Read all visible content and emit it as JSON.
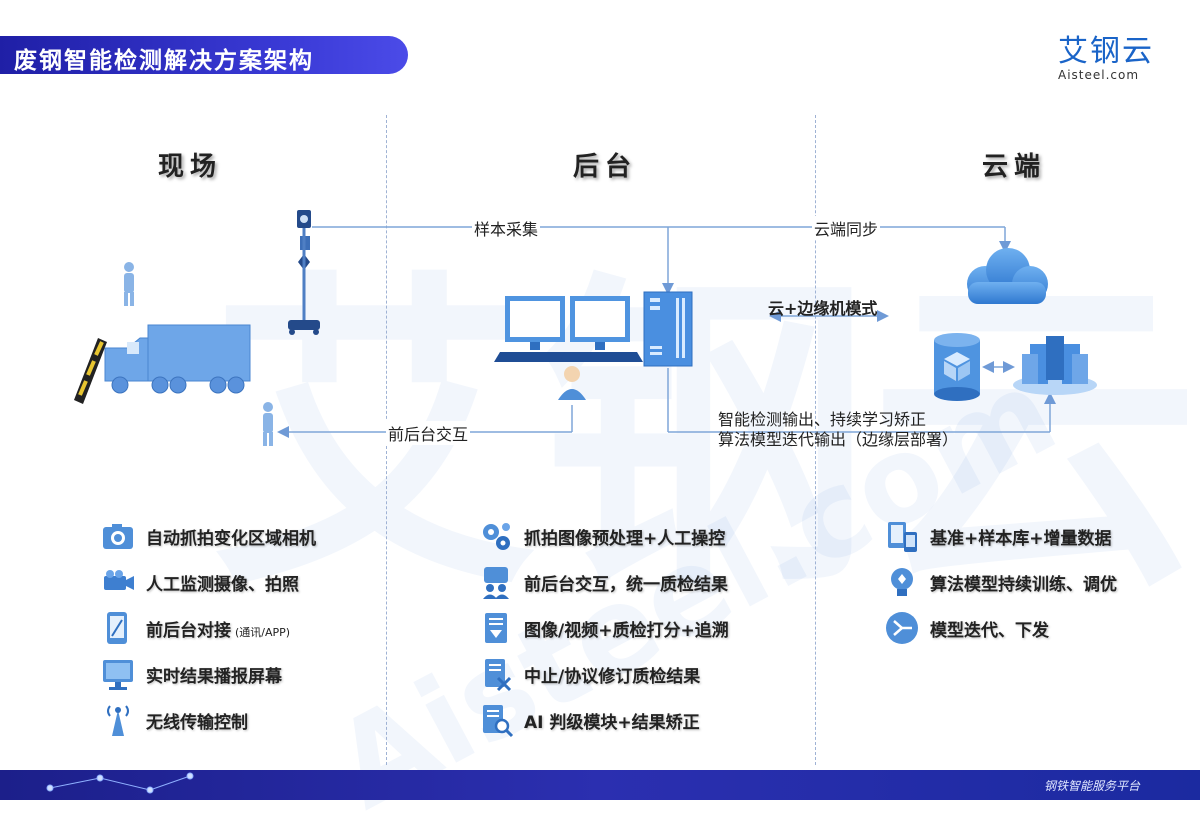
{
  "header": {
    "title": "废钢智能检测解决方案架构"
  },
  "logo": {
    "cn": "艾钢云",
    "en": "Aisteel.com"
  },
  "columns": {
    "site": "现场",
    "backend": "后台",
    "cloud": "云端"
  },
  "flows": {
    "sample": "样本采集",
    "cloud_sync": "云端同步",
    "cloud_edge": "云+边缘机模式",
    "interaction": "前后台交互",
    "output_line1": "智能检测输出、持续学习矫正",
    "output_line2": "算法模型迭代输出（边缘层部署）"
  },
  "site_features": [
    {
      "label": "自动抓拍变化区域相机",
      "icon": "camera-icon"
    },
    {
      "label": "人工监测摄像、拍照",
      "icon": "video-camera-icon"
    },
    {
      "label": "前后台对接",
      "note": "(通讯/APP)",
      "icon": "tablet-icon"
    },
    {
      "label": "实时结果播报屏幕",
      "icon": "monitor-icon"
    },
    {
      "label": "无线传输控制",
      "icon": "antenna-icon"
    }
  ],
  "backend_features": [
    {
      "label": "抓拍图像预处理+人工操控",
      "icon": "gears-icon"
    },
    {
      "label": "前后台交互，统一质检结果",
      "icon": "users-icon"
    },
    {
      "label": "图像/视频+质检打分+追溯",
      "icon": "document-download-icon"
    },
    {
      "label": "中止/协议修订质检结果",
      "icon": "document-cancel-icon"
    },
    {
      "label": "AI 判级模块+结果矫正",
      "icon": "document-search-icon"
    }
  ],
  "cloud_features": [
    {
      "label": "基准+样本库+增量数据",
      "icon": "devices-icon"
    },
    {
      "label": "算法模型持续训练、调优",
      "icon": "bulb-icon"
    },
    {
      "label": "模型迭代、下发",
      "icon": "merge-icon"
    }
  ],
  "footer": {
    "text": "钢铁智能服务平台"
  },
  "colors": {
    "accent": "#2b2fb0",
    "icon_blue": "#4f8fd8",
    "line": "#7fa6d8"
  }
}
